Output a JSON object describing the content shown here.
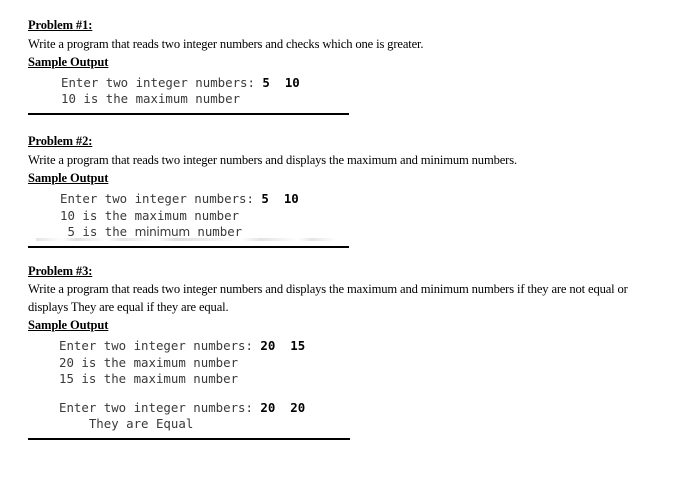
{
  "document": {
    "problems": [
      {
        "heading": "Problem #1:",
        "description": "Write a program that reads two integer numbers and checks which one is greater.",
        "sample_label": "Sample Output",
        "console": [
          {
            "segments": [
              {
                "text": "Enter two integer numbers: ",
                "style": "normal"
              },
              {
                "text": "5",
                "style": "bold"
              },
              {
                "text": "  ",
                "style": "normal"
              },
              {
                "text": "10",
                "style": "bold"
              }
            ]
          },
          {
            "segments": [
              {
                "text": "10 is the maximum number",
                "style": "normal"
              }
            ]
          }
        ]
      },
      {
        "heading": "Problem #2:",
        "description": "Write a program that reads two integer numbers and displays the maximum and minimum numbers.",
        "sample_label": "Sample Output",
        "console": [
          {
            "segments": [
              {
                "text": "Enter two integer numbers: ",
                "style": "normal"
              },
              {
                "text": "5",
                "style": "bold"
              },
              {
                "text": "  ",
                "style": "normal"
              },
              {
                "text": "10",
                "style": "bold"
              }
            ]
          },
          {
            "segments": [
              {
                "text": "10 is the maximum number",
                "style": "normal"
              }
            ]
          },
          {
            "segments": [
              {
                "text": " 5 is the ",
                "style": "normal"
              },
              {
                "text": "minimum",
                "style": "alt-font"
              },
              {
                "text": " number",
                "style": "normal"
              }
            ]
          }
        ]
      },
      {
        "heading": "Problem #3:",
        "description": "Write a program that reads two integer numbers and displays the maximum and minimum numbers if they are not equal or displays They are equal if they are equal.",
        "sample_label": "Sample Output",
        "console": [
          {
            "segments": [
              {
                "text": "Enter two integer numbers: ",
                "style": "normal"
              },
              {
                "text": "20",
                "style": "bold"
              },
              {
                "text": "  ",
                "style": "normal"
              },
              {
                "text": "15",
                "style": "bold"
              }
            ]
          },
          {
            "segments": [
              {
                "text": "20 is the maximum number",
                "style": "normal"
              }
            ]
          },
          {
            "segments": [
              {
                "text": "15 is the maximum number",
                "style": "normal"
              }
            ]
          },
          {
            "blank": true,
            "segments": []
          },
          {
            "segments": [
              {
                "text": "Enter two integer numbers: ",
                "style": "normal"
              },
              {
                "text": "20",
                "style": "bold"
              },
              {
                "text": "  ",
                "style": "normal"
              },
              {
                "text": "20",
                "style": "bold"
              }
            ]
          },
          {
            "segments": [
              {
                "text": "    They are Equal",
                "style": "normal"
              }
            ]
          }
        ]
      }
    ]
  },
  "colors": {
    "page_background": "#ffffff",
    "text": "#000000",
    "console_text": "#3a3a3a",
    "rule": "#000000"
  }
}
